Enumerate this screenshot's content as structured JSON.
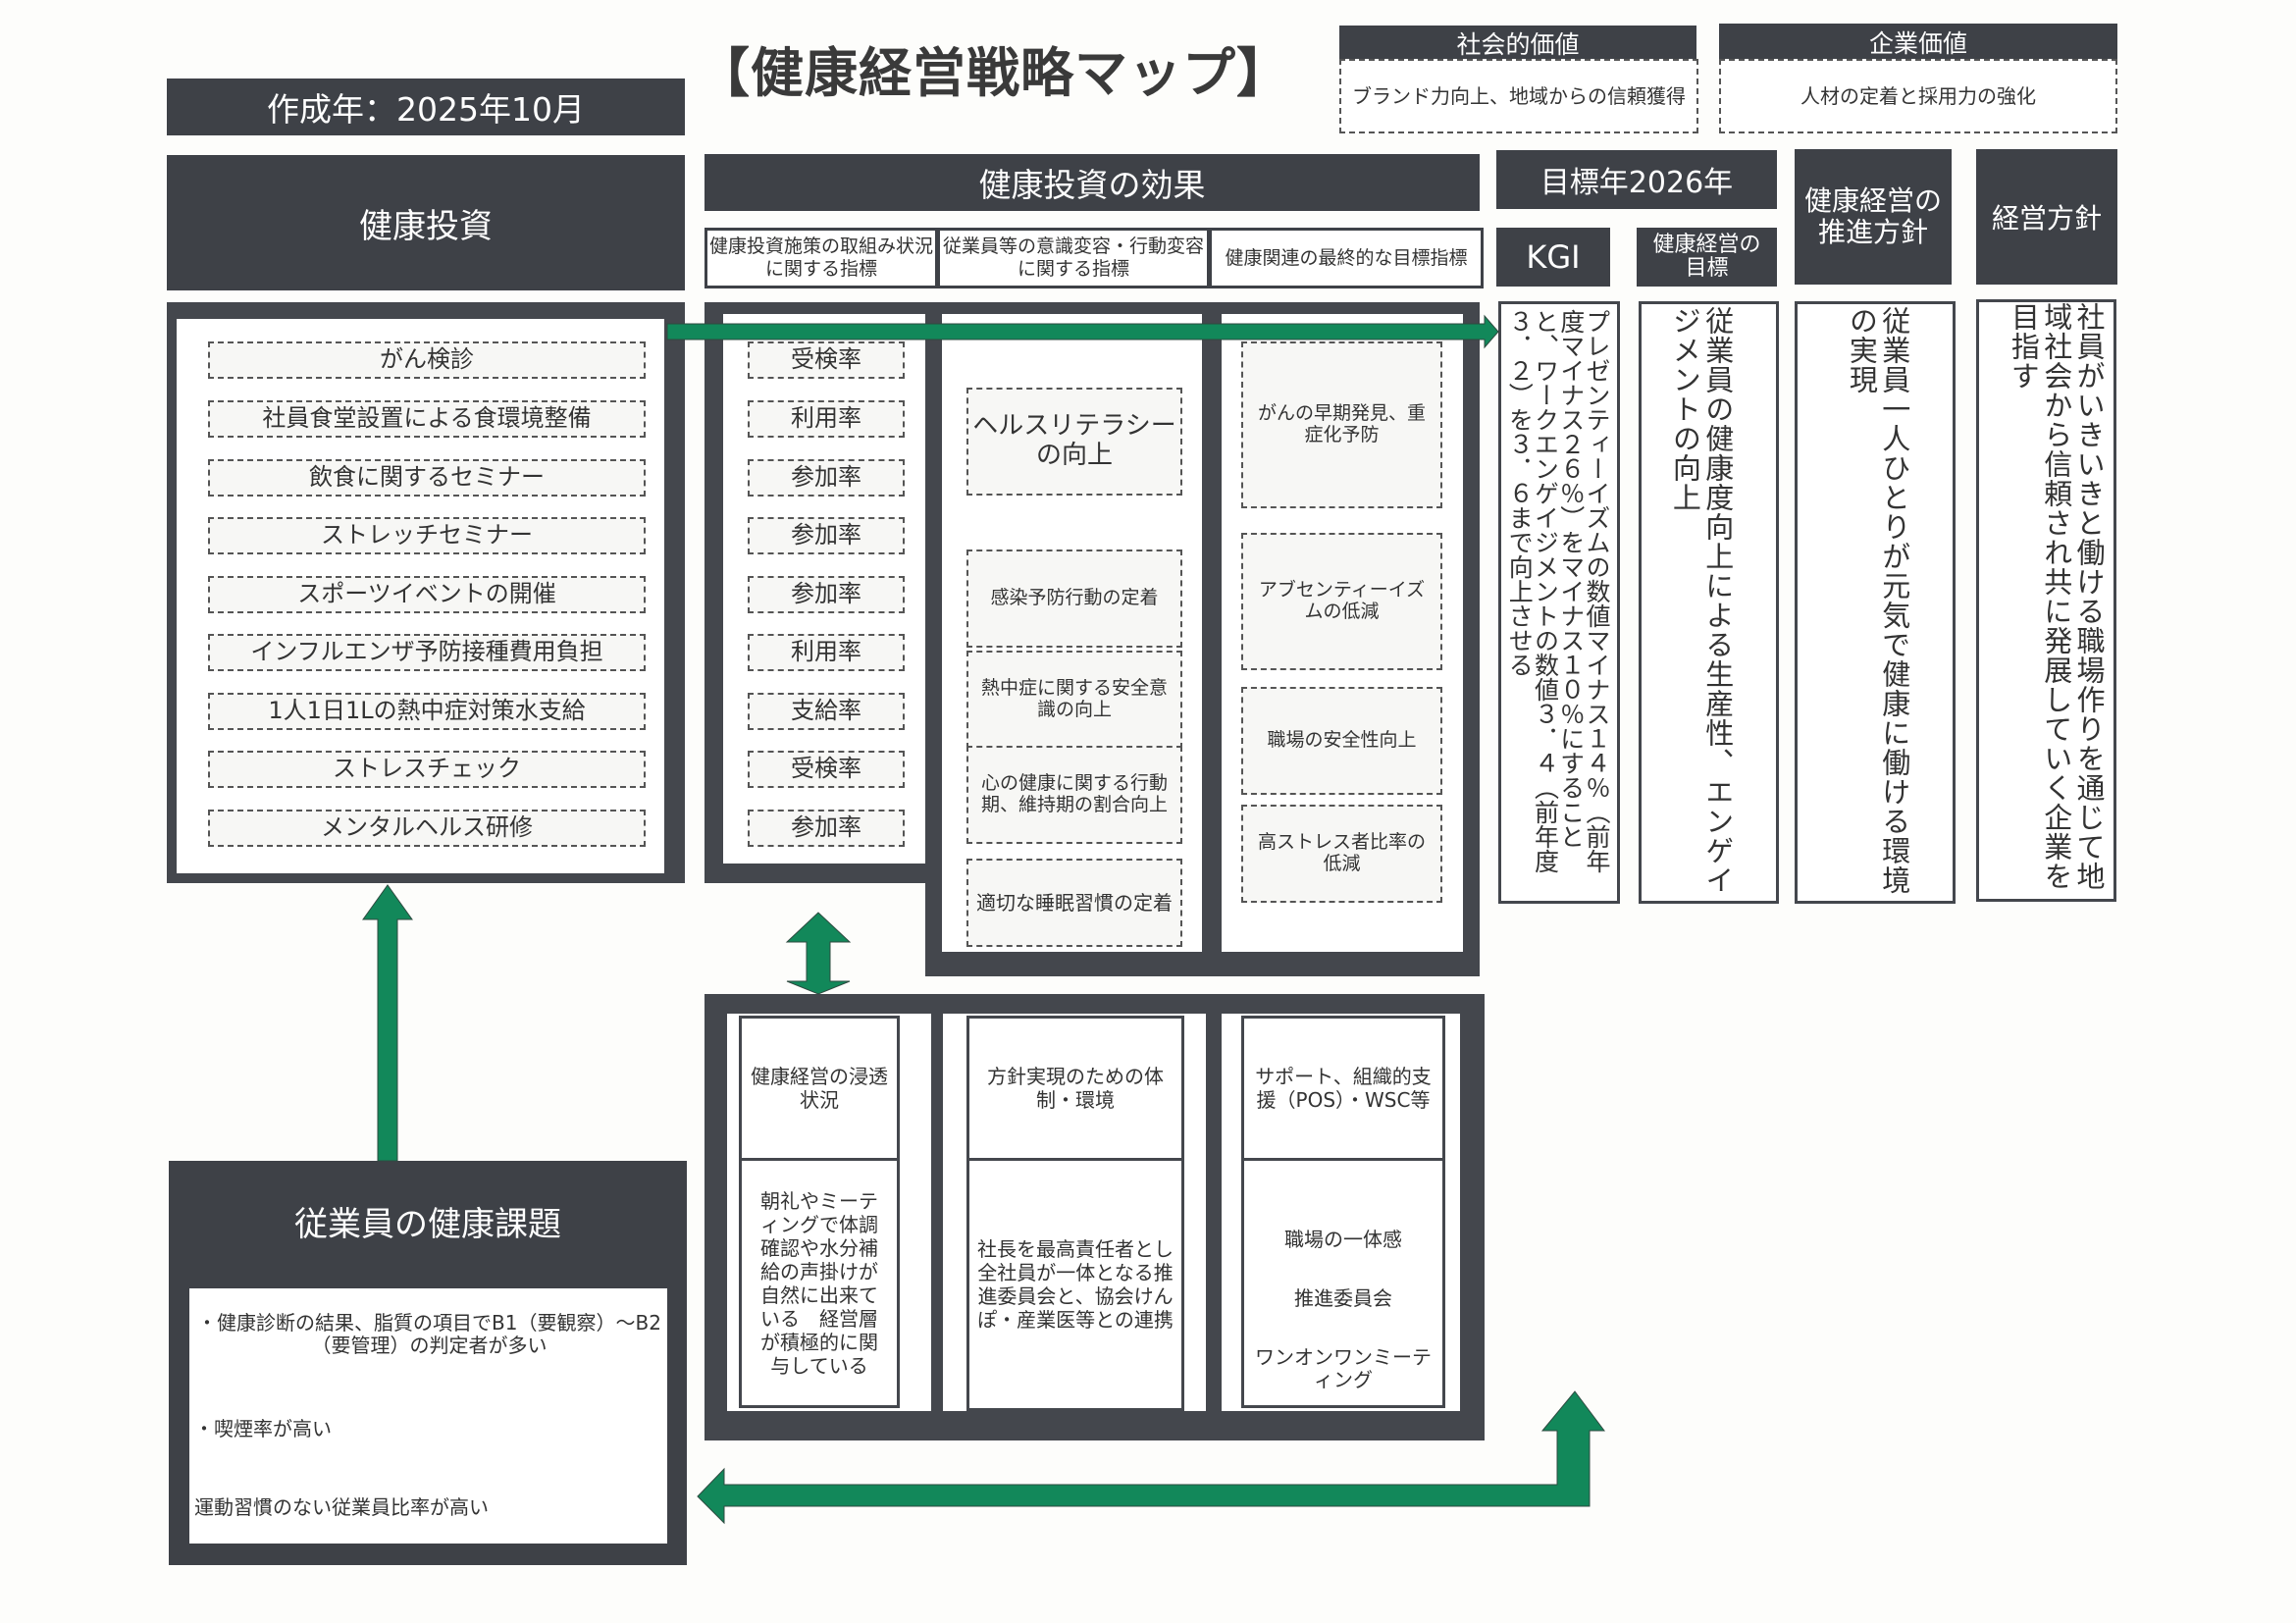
{
  "title": "【健康経営戦略マップ】",
  "created": "作成年：2025年10月",
  "values": {
    "social": {
      "header": "社会的価値",
      "text": "ブランド力向上、地域からの信頼獲得"
    },
    "corporate": {
      "header": "企業価値",
      "text": "人材の定着と採用力の強化"
    }
  },
  "headers": {
    "investment": "健康投資",
    "effects": "健康投資の効果",
    "effects_sub": [
      "健康投資施策の取組み状況に関する指標",
      "従業員等の意識変容・行動変容に関する指標",
      "健康関連の最終的な目標指標"
    ],
    "target_year": "目標年2026年",
    "kgi": "KGI",
    "goal": "健康経営の目標",
    "promotion_policy": "健康経営の推進方針",
    "management_policy": "経営方針"
  },
  "investments": [
    {
      "name": "がん検診",
      "metric": "受検率"
    },
    {
      "name": "社員食堂設置による食環境整備",
      "metric": "利用率"
    },
    {
      "name": "飲食に関するセミナー",
      "metric": "参加率"
    },
    {
      "name": "ストレッチセミナー",
      "metric": "参加率"
    },
    {
      "name": "スポーツイベントの開催",
      "metric": "参加率"
    },
    {
      "name": "インフルエンザ予防接種費用負担",
      "metric": "利用率"
    },
    {
      "name": "1人1日1Lの熱中症対策水支給",
      "metric": "支給率"
    },
    {
      "name": "ストレスチェック",
      "metric": "受検率"
    },
    {
      "name": "メンタルヘルス研修",
      "metric": "参加率"
    }
  ],
  "behavior_indicators": [
    "ヘルスリテラシーの向上",
    "感染予防行動の定着",
    "熱中症に関する安全意識の向上",
    "心の健康に関する行動期、維持期の割合向上",
    "適切な睡眠習慣の定着"
  ],
  "final_indicators": [
    "がんの早期発見、重症化予防",
    "アブセンティーイズムの低減",
    "職場の安全性向上",
    "高ストレス者比率の低減"
  ],
  "foundation": [
    {
      "header": "健康経営の浸透状況",
      "body": "朝礼やミーティングで体調確認や水分補給の声掛けが自然に出来ている　経営層が積極的に関与している"
    },
    {
      "header": "方針実現のための体制・環境",
      "body": "社長を最高責任者とし全社員が一体となる推進委員会と、協会けんぽ・産業医等との連携"
    },
    {
      "header": "サポート、組織的支援（POS）・WSC等",
      "body_items": [
        "職場の一体感",
        "推進委員会",
        "ワンオンワンミーティング"
      ]
    }
  ],
  "kgi_text": "プレゼンティーイズムの数値マイナス１４％（前年度マイナス２６％）をマイナス１０％にすることと、ワークエンゲイジメントの数値３．４（前年度３．２）を３．６まで向上させる",
  "goal_text": "従業員の健康度向上による生産性、エンゲイジメントの向上",
  "promotion_text": "従業員一人ひとりが元気で健康に働ける環境の実現",
  "management_text": "社員がいきいきと働ける職場作りを通じて地域社会から信頼され共に発展していく企業を目指す",
  "issues": {
    "header": "従業員の健康課題",
    "items": [
      "・健康診断の結果、脂質の項目でB1（要観察）～B2（要管理）の判定者が多い",
      "・喫煙率が高い",
      "運動習慣のない従業員比率が高い"
    ]
  },
  "colors": {
    "dark": "#3e4147",
    "arrow": "#12885a"
  }
}
